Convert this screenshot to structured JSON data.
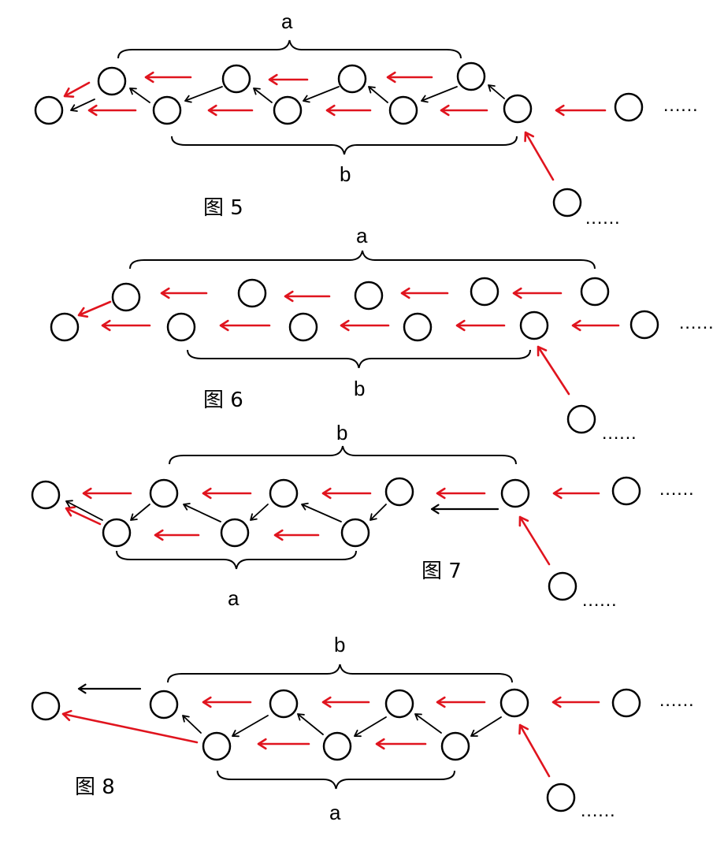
{
  "colors": {
    "red_arrow": "#e0141e",
    "black_arrow": "#000000",
    "node_stroke": "#000000"
  },
  "figures": [
    {
      "caption": "图 5",
      "brace_top_label": "a",
      "brace_bottom_label": "b",
      "trailing_dots": "......"
    },
    {
      "caption": "图 6",
      "brace_top_label": "a",
      "brace_bottom_label": "b",
      "trailing_dots": "......"
    },
    {
      "caption": "图 7",
      "brace_top_label": "b",
      "brace_bottom_label": "a",
      "trailing_dots": "......"
    },
    {
      "caption": "图 8",
      "brace_top_label": "b",
      "brace_bottom_label": "a",
      "trailing_dots": "......"
    }
  ]
}
